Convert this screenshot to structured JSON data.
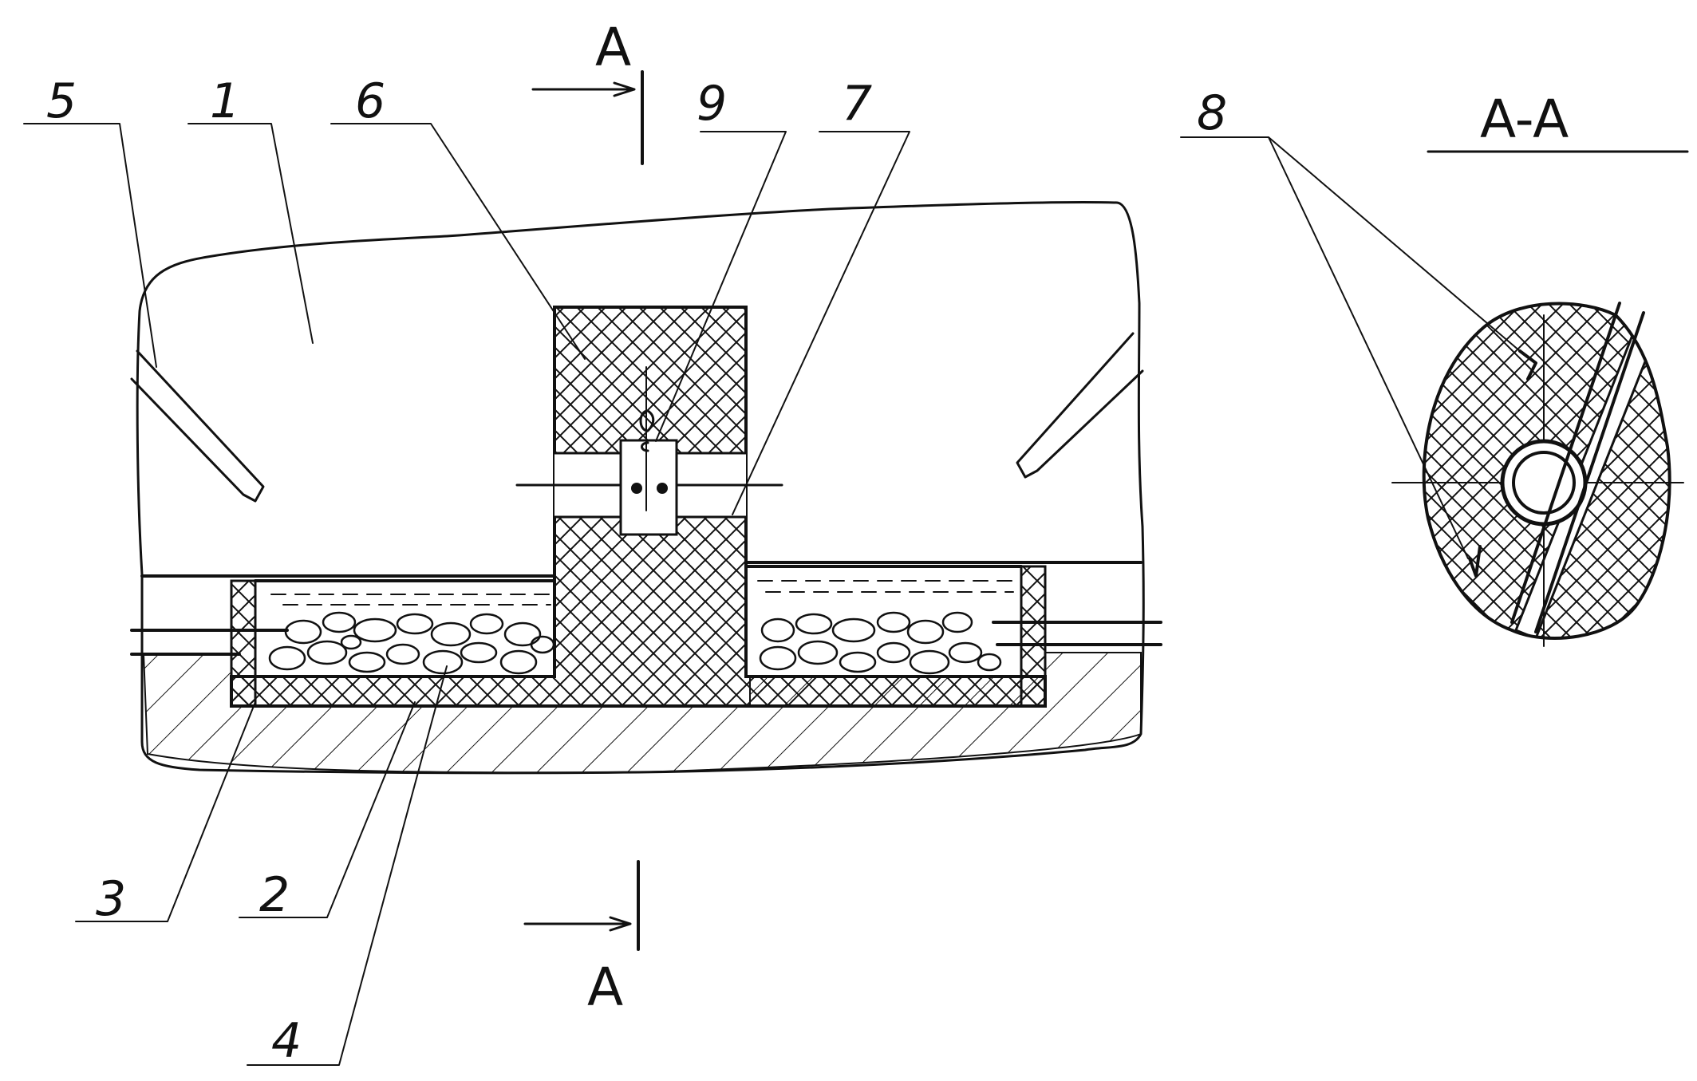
{
  "section_marker": "A",
  "section_title": "A-A",
  "leaders": [
    "1",
    "2",
    "3",
    "4",
    "5",
    "6",
    "7",
    "8",
    "9"
  ],
  "colors": {
    "ink": "#111111",
    "paper": "#ffffff"
  }
}
